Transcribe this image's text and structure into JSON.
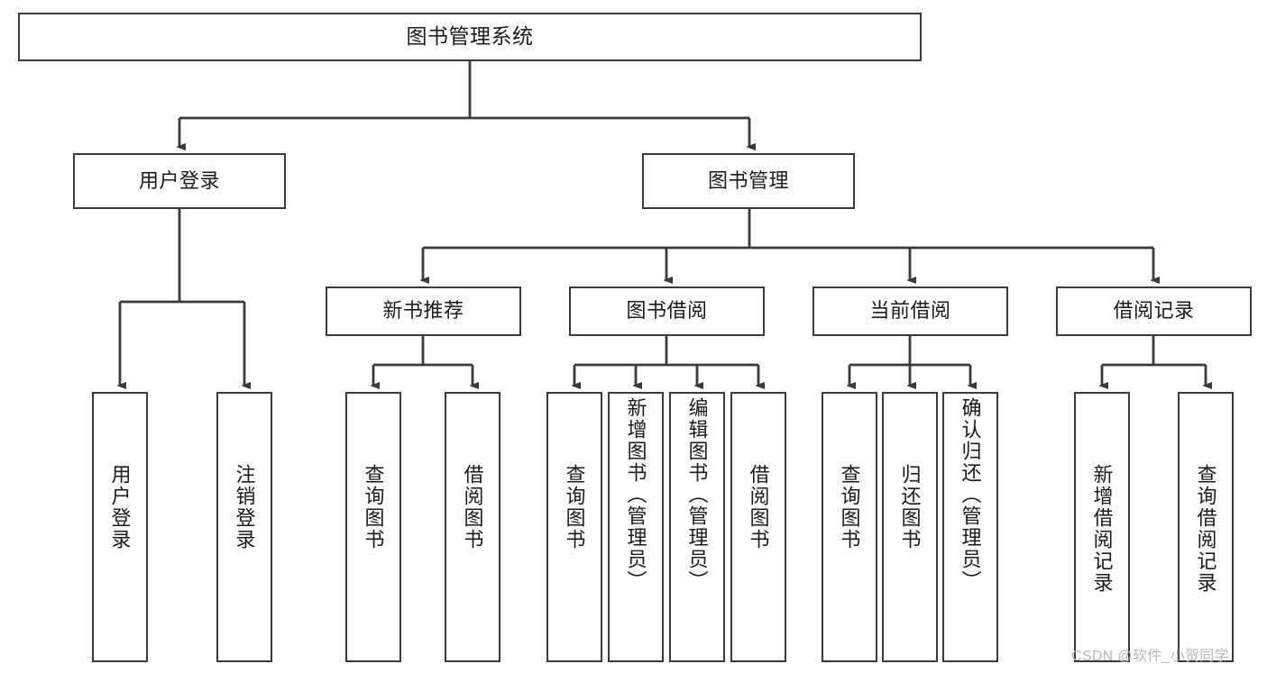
{
  "diagram": {
    "type": "tree",
    "title": "图书管理系统",
    "root": {
      "label": "图书管理系统"
    },
    "level2": [
      {
        "label": "用户登录"
      },
      {
        "label": "图书管理"
      }
    ],
    "level3": [
      {
        "label": "新书推荐"
      },
      {
        "label": "图书借阅"
      },
      {
        "label": "当前借阅"
      },
      {
        "label": "借阅记录"
      }
    ],
    "leaves": {
      "user_login": [
        {
          "label": "用户登录"
        },
        {
          "label": "注销登录"
        }
      ],
      "new_book_recommend": [
        {
          "label": "查询图书"
        },
        {
          "label": "借阅图书"
        }
      ],
      "book_borrow": [
        {
          "label": "查询图书"
        },
        {
          "label": "新增图书（管理员）"
        },
        {
          "label": "编辑图书（管理员）"
        },
        {
          "label": "借阅图书"
        }
      ],
      "current_borrow": [
        {
          "label": "查询图书"
        },
        {
          "label": "归还图书"
        },
        {
          "label": "确认归还（管理员）"
        }
      ],
      "borrow_record": [
        {
          "label": "新增借阅记录"
        },
        {
          "label": "查询借阅记录"
        }
      ]
    }
  },
  "watermark": {
    "text": "CSDN @软件_小贺同学"
  },
  "colors": {
    "border": "#3a3a3a",
    "background": "#ffffff",
    "text": "#1b1b1b",
    "watermark": "#b9b9b9"
  }
}
